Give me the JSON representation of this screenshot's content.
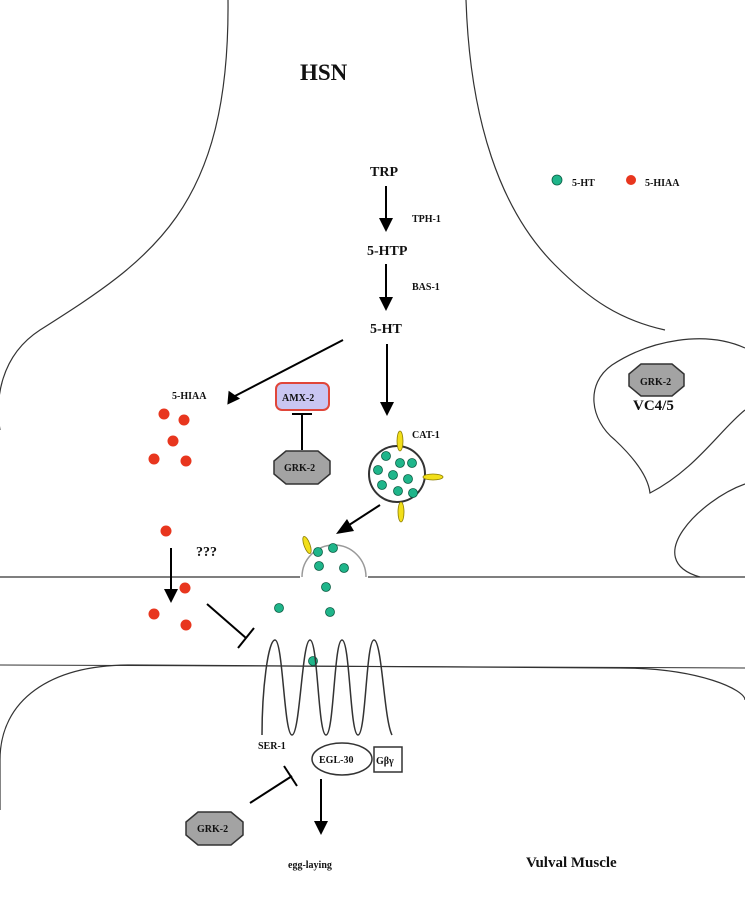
{
  "labels": {
    "hsn": "HSN",
    "trp": "TRP",
    "tph1": "TPH-1",
    "htp": "5-HTP",
    "bas1": "BAS-1",
    "ht": "5-HT",
    "hiaa": "5-HIAA",
    "amx2": "AMX-2",
    "grk2_center": "GRK-2",
    "cat1": "CAT-1",
    "question": "???",
    "grk2_vc": "GRK-2",
    "vc45": "VC4/5",
    "ser1": "SER-1",
    "egl30": "EGL-30",
    "gbg": "Gβγ",
    "grk2_bottom": "GRK-2",
    "egg_laying": "egg-laying",
    "vulval_muscle": "Vulval Muscle"
  },
  "legend": {
    "items": [
      {
        "label": "5-HT",
        "color": "#1fb58a"
      },
      {
        "label": "5-HIAA",
        "color": "#e8361e"
      }
    ]
  },
  "colors": {
    "serotonin": "#1fb58a",
    "hiaa": "#e8361e",
    "amx_fill": "#c9c6f2",
    "amx_stroke": "#e0463a",
    "grk_fill": "#a3a3a3",
    "transporter": "#f2df1a"
  }
}
